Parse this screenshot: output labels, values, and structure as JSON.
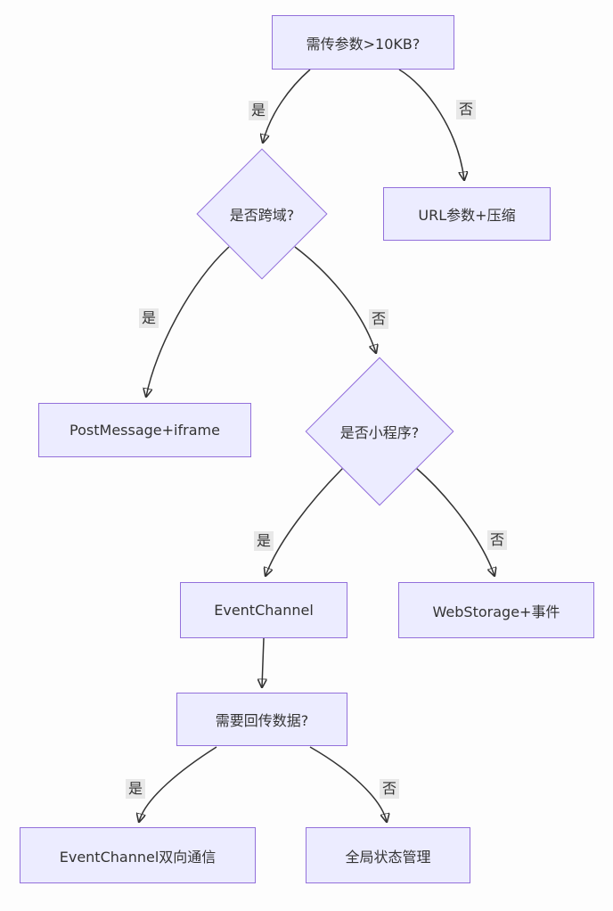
{
  "diagram": {
    "type": "flowchart",
    "direction": "top-down",
    "colors": {
      "node_fill": "#ECECFF",
      "node_border": "#9370DB",
      "edge_line": "#333333",
      "edge_label_bg": "#e8e8e8",
      "text": "#333333",
      "background": "#fdfdfd"
    }
  },
  "nodes": {
    "q_param_size": {
      "label": "需传参数>10KB?",
      "shape": "rectangle"
    },
    "q_cross_domain": {
      "label": "是否跨域?",
      "shape": "diamond"
    },
    "url_compress": {
      "label": "URL参数+压缩",
      "shape": "rectangle"
    },
    "postmessage_iframe": {
      "label": "PostMessage+iframe",
      "shape": "rectangle"
    },
    "q_miniprogram": {
      "label": "是否小程序?",
      "shape": "diamond"
    },
    "eventchannel": {
      "label": "EventChannel",
      "shape": "rectangle"
    },
    "webstorage_event": {
      "label": "WebStorage+事件",
      "shape": "rectangle"
    },
    "q_return_data": {
      "label": "需要回传数据?",
      "shape": "rectangle"
    },
    "eventchannel_bidirectional": {
      "label": "EventChannel双向通信",
      "shape": "rectangle"
    },
    "global_state": {
      "label": "全局状态管理",
      "shape": "rectangle"
    }
  },
  "edges": [
    {
      "from": "q_param_size",
      "to": "q_cross_domain",
      "label": "是"
    },
    {
      "from": "q_param_size",
      "to": "url_compress",
      "label": "否"
    },
    {
      "from": "q_cross_domain",
      "to": "postmessage_iframe",
      "label": "是"
    },
    {
      "from": "q_cross_domain",
      "to": "q_miniprogram",
      "label": "否"
    },
    {
      "from": "q_miniprogram",
      "to": "eventchannel",
      "label": "是"
    },
    {
      "from": "q_miniprogram",
      "to": "webstorage_event",
      "label": "否"
    },
    {
      "from": "eventchannel",
      "to": "q_return_data",
      "label": ""
    },
    {
      "from": "q_return_data",
      "to": "eventchannel_bidirectional",
      "label": "是"
    },
    {
      "from": "q_return_data",
      "to": "global_state",
      "label": "否"
    }
  ]
}
